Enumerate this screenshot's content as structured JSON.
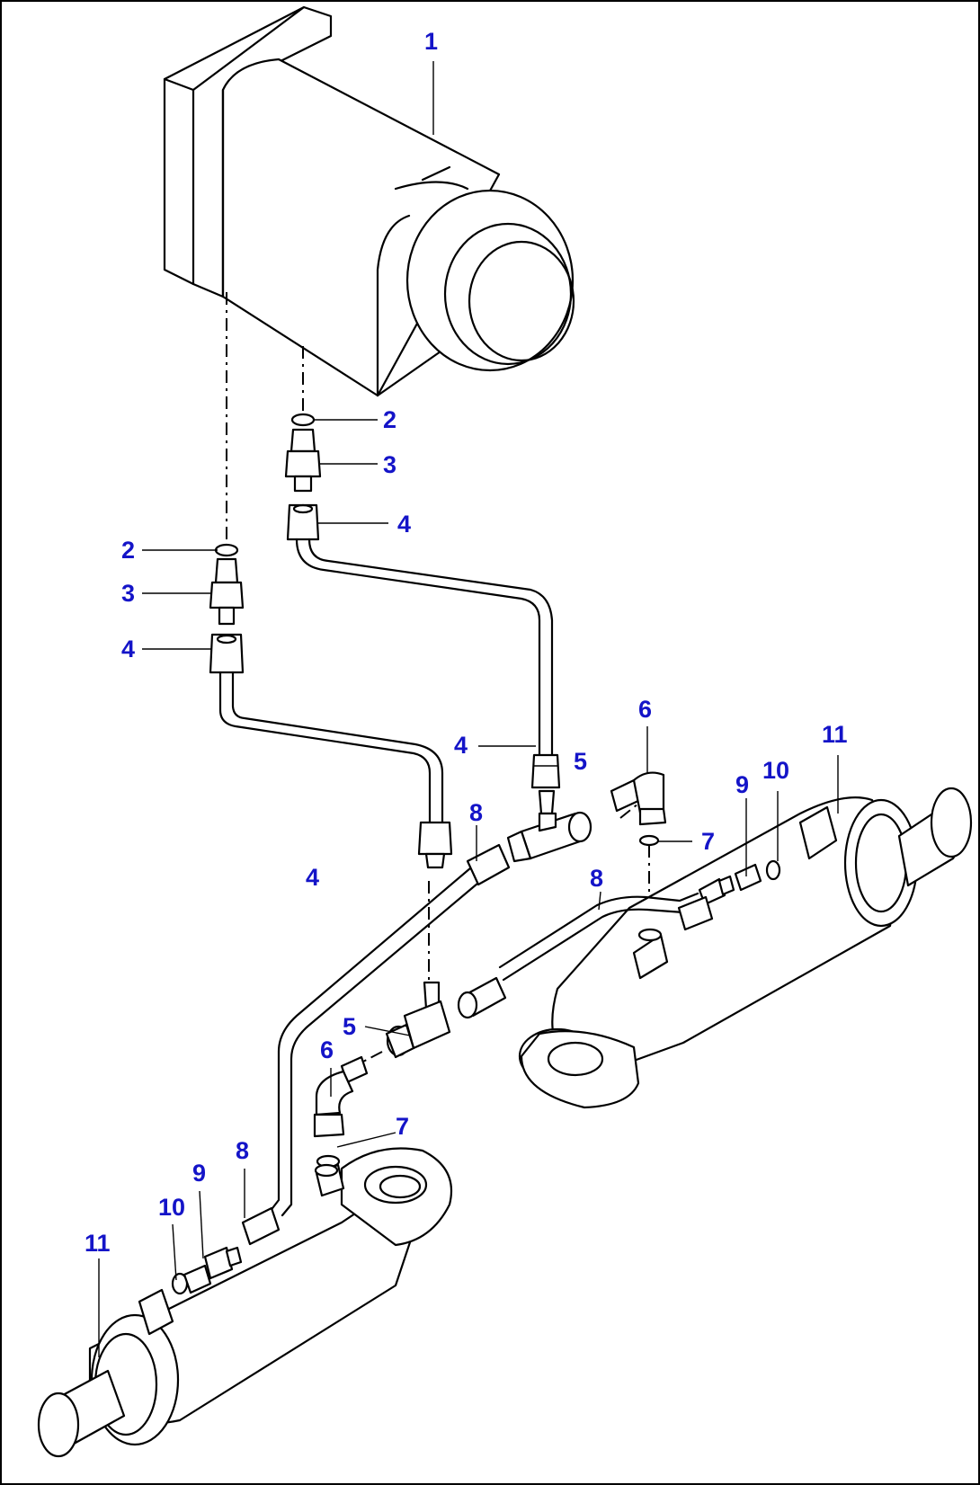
{
  "callouts": [
    {
      "id": "c1",
      "text": "1"
    },
    {
      "id": "c2a",
      "text": "2"
    },
    {
      "id": "c3a",
      "text": "3"
    },
    {
      "id": "c4a",
      "text": "4"
    },
    {
      "id": "c2b",
      "text": "2"
    },
    {
      "id": "c3b",
      "text": "3"
    },
    {
      "id": "c4b",
      "text": "4"
    },
    {
      "id": "c4c",
      "text": "4"
    },
    {
      "id": "c5a",
      "text": "5"
    },
    {
      "id": "c6a",
      "text": "6"
    },
    {
      "id": "c11a",
      "text": "11"
    },
    {
      "id": "c10a",
      "text": "10"
    },
    {
      "id": "c9a",
      "text": "9"
    },
    {
      "id": "c7a",
      "text": "7"
    },
    {
      "id": "c8a",
      "text": "8"
    },
    {
      "id": "c8b",
      "text": "8"
    },
    {
      "id": "c4d",
      "text": "4"
    },
    {
      "id": "c5b",
      "text": "5"
    },
    {
      "id": "c6b",
      "text": "6"
    },
    {
      "id": "c7b",
      "text": "7"
    },
    {
      "id": "c8c",
      "text": "8"
    },
    {
      "id": "c9b",
      "text": "9"
    },
    {
      "id": "c10b",
      "text": "10"
    },
    {
      "id": "c11b",
      "text": "11"
    }
  ],
  "colors": {
    "callout": "#1414c8",
    "line": "#000000",
    "background": "#ffffff"
  }
}
